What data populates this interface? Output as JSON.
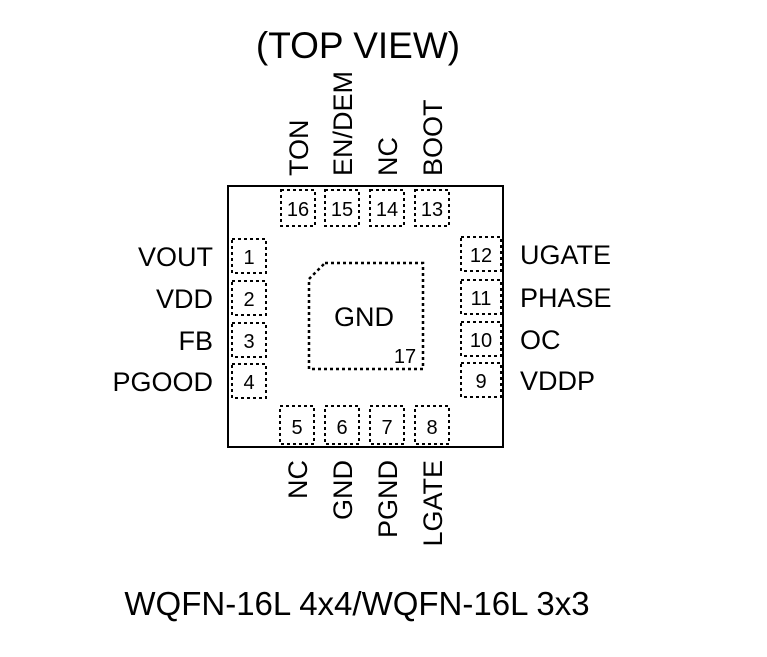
{
  "title": "(TOP VIEW)",
  "caption": "WQFN-16L 4x4/WQFN-16L 3x3",
  "center_pad": {
    "label": "GND",
    "number": "17"
  },
  "pins": {
    "left": [
      {
        "num": "1",
        "name": "VOUT"
      },
      {
        "num": "2",
        "name": "VDD"
      },
      {
        "num": "3",
        "name": "FB"
      },
      {
        "num": "4",
        "name": "PGOOD"
      }
    ],
    "bottom": [
      {
        "num": "5",
        "name": "NC"
      },
      {
        "num": "6",
        "name": "GND"
      },
      {
        "num": "7",
        "name": "PGND"
      },
      {
        "num": "8",
        "name": "LGATE"
      }
    ],
    "right": [
      {
        "num": "12",
        "name": "UGATE"
      },
      {
        "num": "11",
        "name": "PHASE"
      },
      {
        "num": "10",
        "name": "OC"
      },
      {
        "num": "9",
        "name": "VDDP"
      }
    ],
    "top": [
      {
        "num": "16",
        "name": "TON"
      },
      {
        "num": "15",
        "name": "EN/DEM"
      },
      {
        "num": "14",
        "name": "NC"
      },
      {
        "num": "13",
        "name": "BOOT"
      }
    ]
  }
}
